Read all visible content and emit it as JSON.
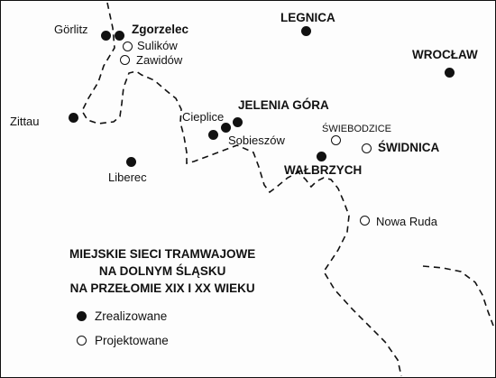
{
  "map": {
    "cities": [
      {
        "id": "gorlitz",
        "name": "Görlitz",
        "status": "realized",
        "style": "normal"
      },
      {
        "id": "zgorzelec",
        "name": "Zgorzelec",
        "status": "realized",
        "style": "bold"
      },
      {
        "id": "sulikow",
        "name": "Sulików",
        "status": "planned",
        "style": "normal"
      },
      {
        "id": "zawidow",
        "name": "Zawidów",
        "status": "planned",
        "style": "normal"
      },
      {
        "id": "legnica",
        "name": "LEGNICA",
        "status": "realized",
        "style": "caps"
      },
      {
        "id": "wroclaw",
        "name": "WROCŁAW",
        "status": "realized",
        "style": "caps"
      },
      {
        "id": "zittau",
        "name": "Zittau",
        "status": "realized",
        "style": "normal"
      },
      {
        "id": "jelenia-gora",
        "name": "JELENIA GÓRA",
        "status": "realized",
        "style": "caps"
      },
      {
        "id": "cieplice",
        "name": "Cieplice",
        "status": "realized",
        "style": "normal"
      },
      {
        "id": "sobieszow",
        "name": "Sobieszów",
        "status": "realized",
        "style": "normal"
      },
      {
        "id": "liberec",
        "name": "Liberec",
        "status": "realized",
        "style": "normal"
      },
      {
        "id": "swiebodzice",
        "name": "ŚWIEBODZICE",
        "status": "planned",
        "style": "small-caps"
      },
      {
        "id": "swidnica",
        "name": "ŚWIDNICA",
        "status": "planned",
        "style": "caps"
      },
      {
        "id": "walbrzych",
        "name": "WAŁBRZYCH",
        "status": "realized",
        "style": "caps"
      },
      {
        "id": "nowa-ruda",
        "name": "Nowa Ruda",
        "status": "planned",
        "style": "normal"
      }
    ],
    "border_style": "dashed"
  },
  "legend": {
    "title_lines": [
      "MIEJSKIE SIECI TRAMWAJOWE",
      "NA DOLNYM ŚLĄSKU",
      "NA PRZEŁOMIE XIX I XX WIEKU"
    ],
    "realized_label": "Zrealizowane",
    "planned_label": "Projektowane"
  },
  "colors": {
    "ink": "#111111",
    "background": "#fdfdfd"
  }
}
